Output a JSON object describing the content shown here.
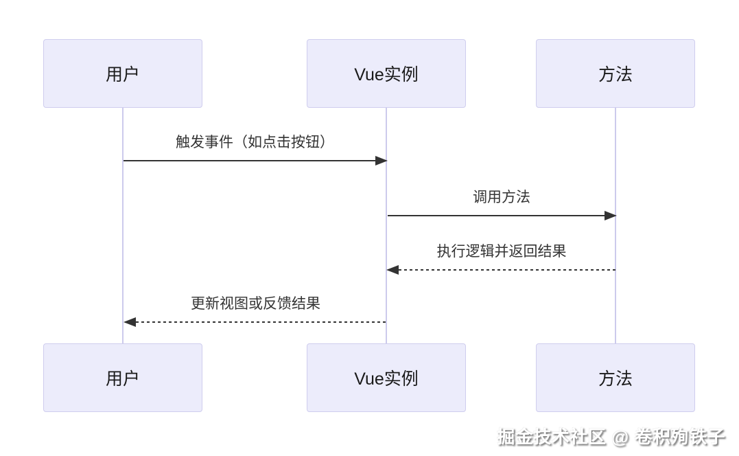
{
  "diagram": {
    "type": "sequence-diagram",
    "actors": [
      {
        "id": "user",
        "label": "用户"
      },
      {
        "id": "vue-instance",
        "label": "Vue实例"
      },
      {
        "id": "method",
        "label": "方法"
      }
    ],
    "messages": [
      {
        "from": "user",
        "to": "vue-instance",
        "label": "触发事件（如点击按钮）",
        "line": "solid",
        "direction": "right"
      },
      {
        "from": "vue-instance",
        "to": "method",
        "label": "调用方法",
        "line": "solid",
        "direction": "right"
      },
      {
        "from": "method",
        "to": "vue-instance",
        "label": "执行逻辑并返回结果",
        "line": "dashed",
        "direction": "left"
      },
      {
        "from": "vue-instance",
        "to": "user",
        "label": "更新视图或反馈结果",
        "line": "dashed",
        "direction": "left"
      }
    ],
    "colors": {
      "actor_fill": "#ececfb",
      "actor_border": "#cfcdee",
      "lifeline": "#cccaec",
      "arrow": "#333333",
      "actor_text": "#1a1a1a",
      "message_text": "#333333",
      "background": "#ffffff"
    }
  },
  "watermark": {
    "text": "掘金技术社区 @ 卷积殉铁子"
  }
}
